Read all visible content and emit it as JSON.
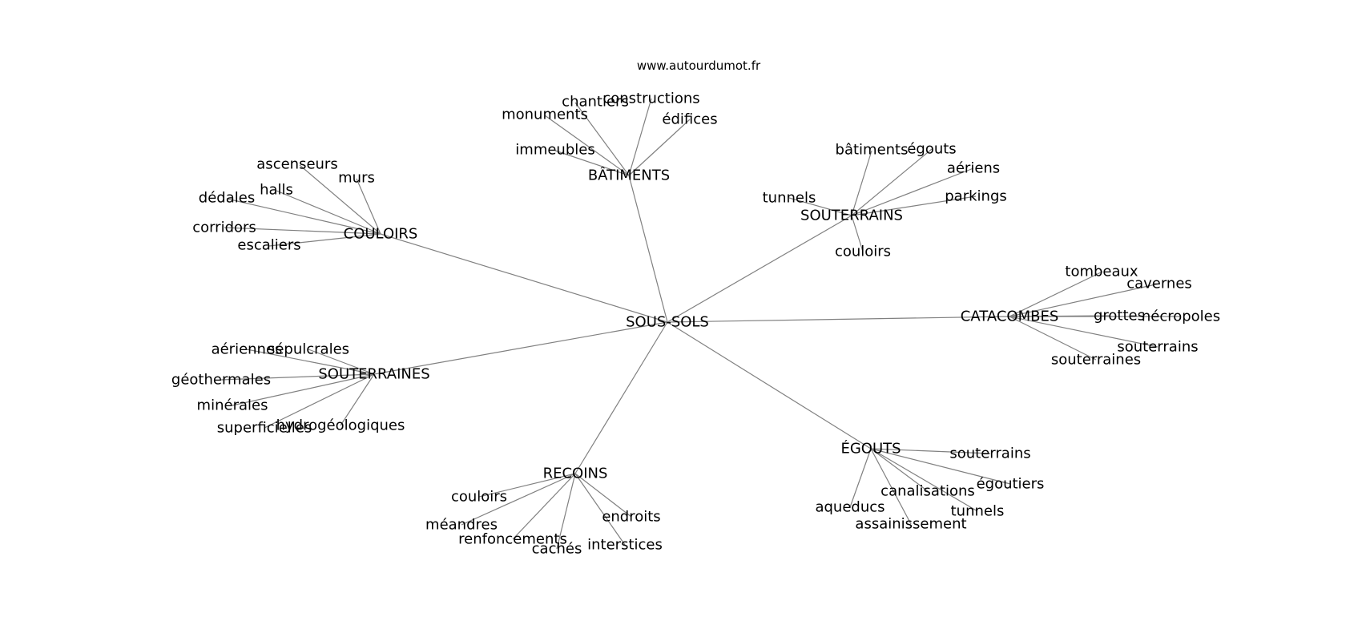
{
  "watermark": "www.autourdumot.fr",
  "root": "SOUS-SOLS",
  "hubs": [
    {
      "id": "couloirs-hub",
      "label": "COULOIRS",
      "leaves": [
        "ascenseurs",
        "murs",
        "halls",
        "dédales",
        "corridors",
        "escaliers"
      ]
    },
    {
      "id": "batiments-hub",
      "label": "BÂTIMENTS",
      "leaves": [
        "chantiers",
        "constructions",
        "monuments",
        "édifices",
        "immeubles"
      ]
    },
    {
      "id": "souterrains-hub",
      "label": "SOUTERRAINS",
      "leaves": [
        "bâtiments",
        "égouts",
        "aériens",
        "parkings",
        "tunnels",
        "couloirs"
      ]
    },
    {
      "id": "catacombes-hub",
      "label": "CATACOMBES",
      "leaves": [
        "tombeaux",
        "cavernes",
        "grottes",
        "nécropoles",
        "souterrains",
        "souterraines"
      ]
    },
    {
      "id": "egouts-hub",
      "label": "ÉGOUTS",
      "leaves": [
        "souterrains",
        "égoutiers",
        "canalisations",
        "tunnels",
        "aqueducs",
        "assainissement"
      ]
    },
    {
      "id": "recoins-hub",
      "label": "RECOINS",
      "leaves": [
        "couloirs",
        "méandres",
        "endroits",
        "renfoncements",
        "cachés",
        "interstices"
      ]
    },
    {
      "id": "souterraines-hub",
      "label": "SOUTERRAINES",
      "leaves": [
        "aériennes",
        "sépulcrales",
        "géothermales",
        "minérales",
        "superficielles",
        "hydrogéologiques"
      ]
    }
  ]
}
